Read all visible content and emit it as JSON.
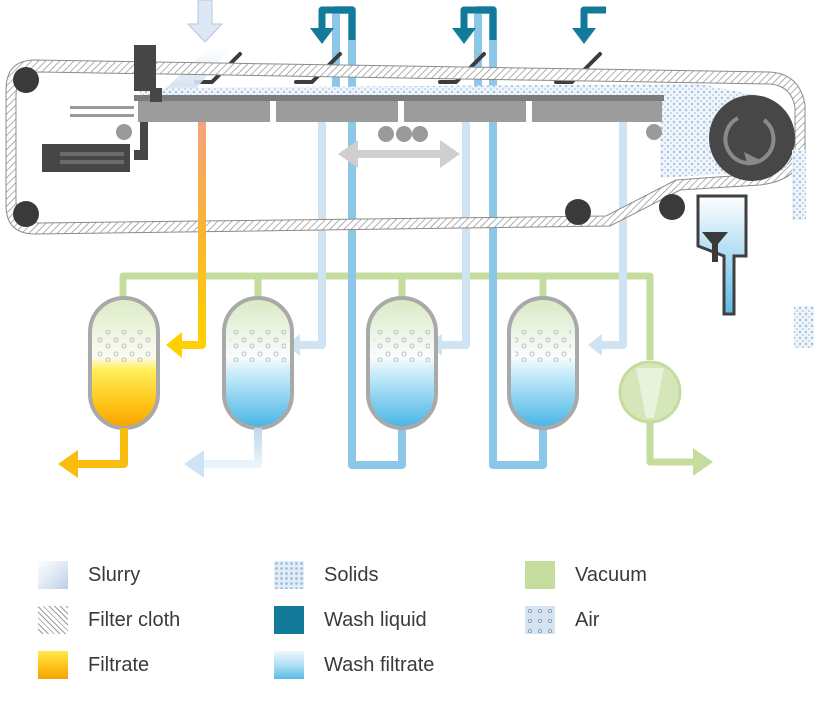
{
  "legend": {
    "items": [
      {
        "key": "slurry",
        "label": "Slurry"
      },
      {
        "key": "filter_cloth",
        "label": "Filter cloth"
      },
      {
        "key": "filtrate",
        "label": "Filtrate"
      },
      {
        "key": "solids",
        "label": "Solids"
      },
      {
        "key": "wash_liquid",
        "label": "Wash liquid"
      },
      {
        "key": "wash_filtrate",
        "label": "Wash filtrate"
      },
      {
        "key": "vacuum",
        "label": "Vacuum"
      },
      {
        "key": "air",
        "label": "Air"
      }
    ]
  },
  "colors": {
    "filtrate": "#f7b500",
    "wash_liquid": "#147a9a",
    "wash_filtrate": "#5bbfe8",
    "vacuum": "#c5dc9f",
    "machine_gray": "#555555",
    "frame_gray": "#9a9a9a"
  }
}
